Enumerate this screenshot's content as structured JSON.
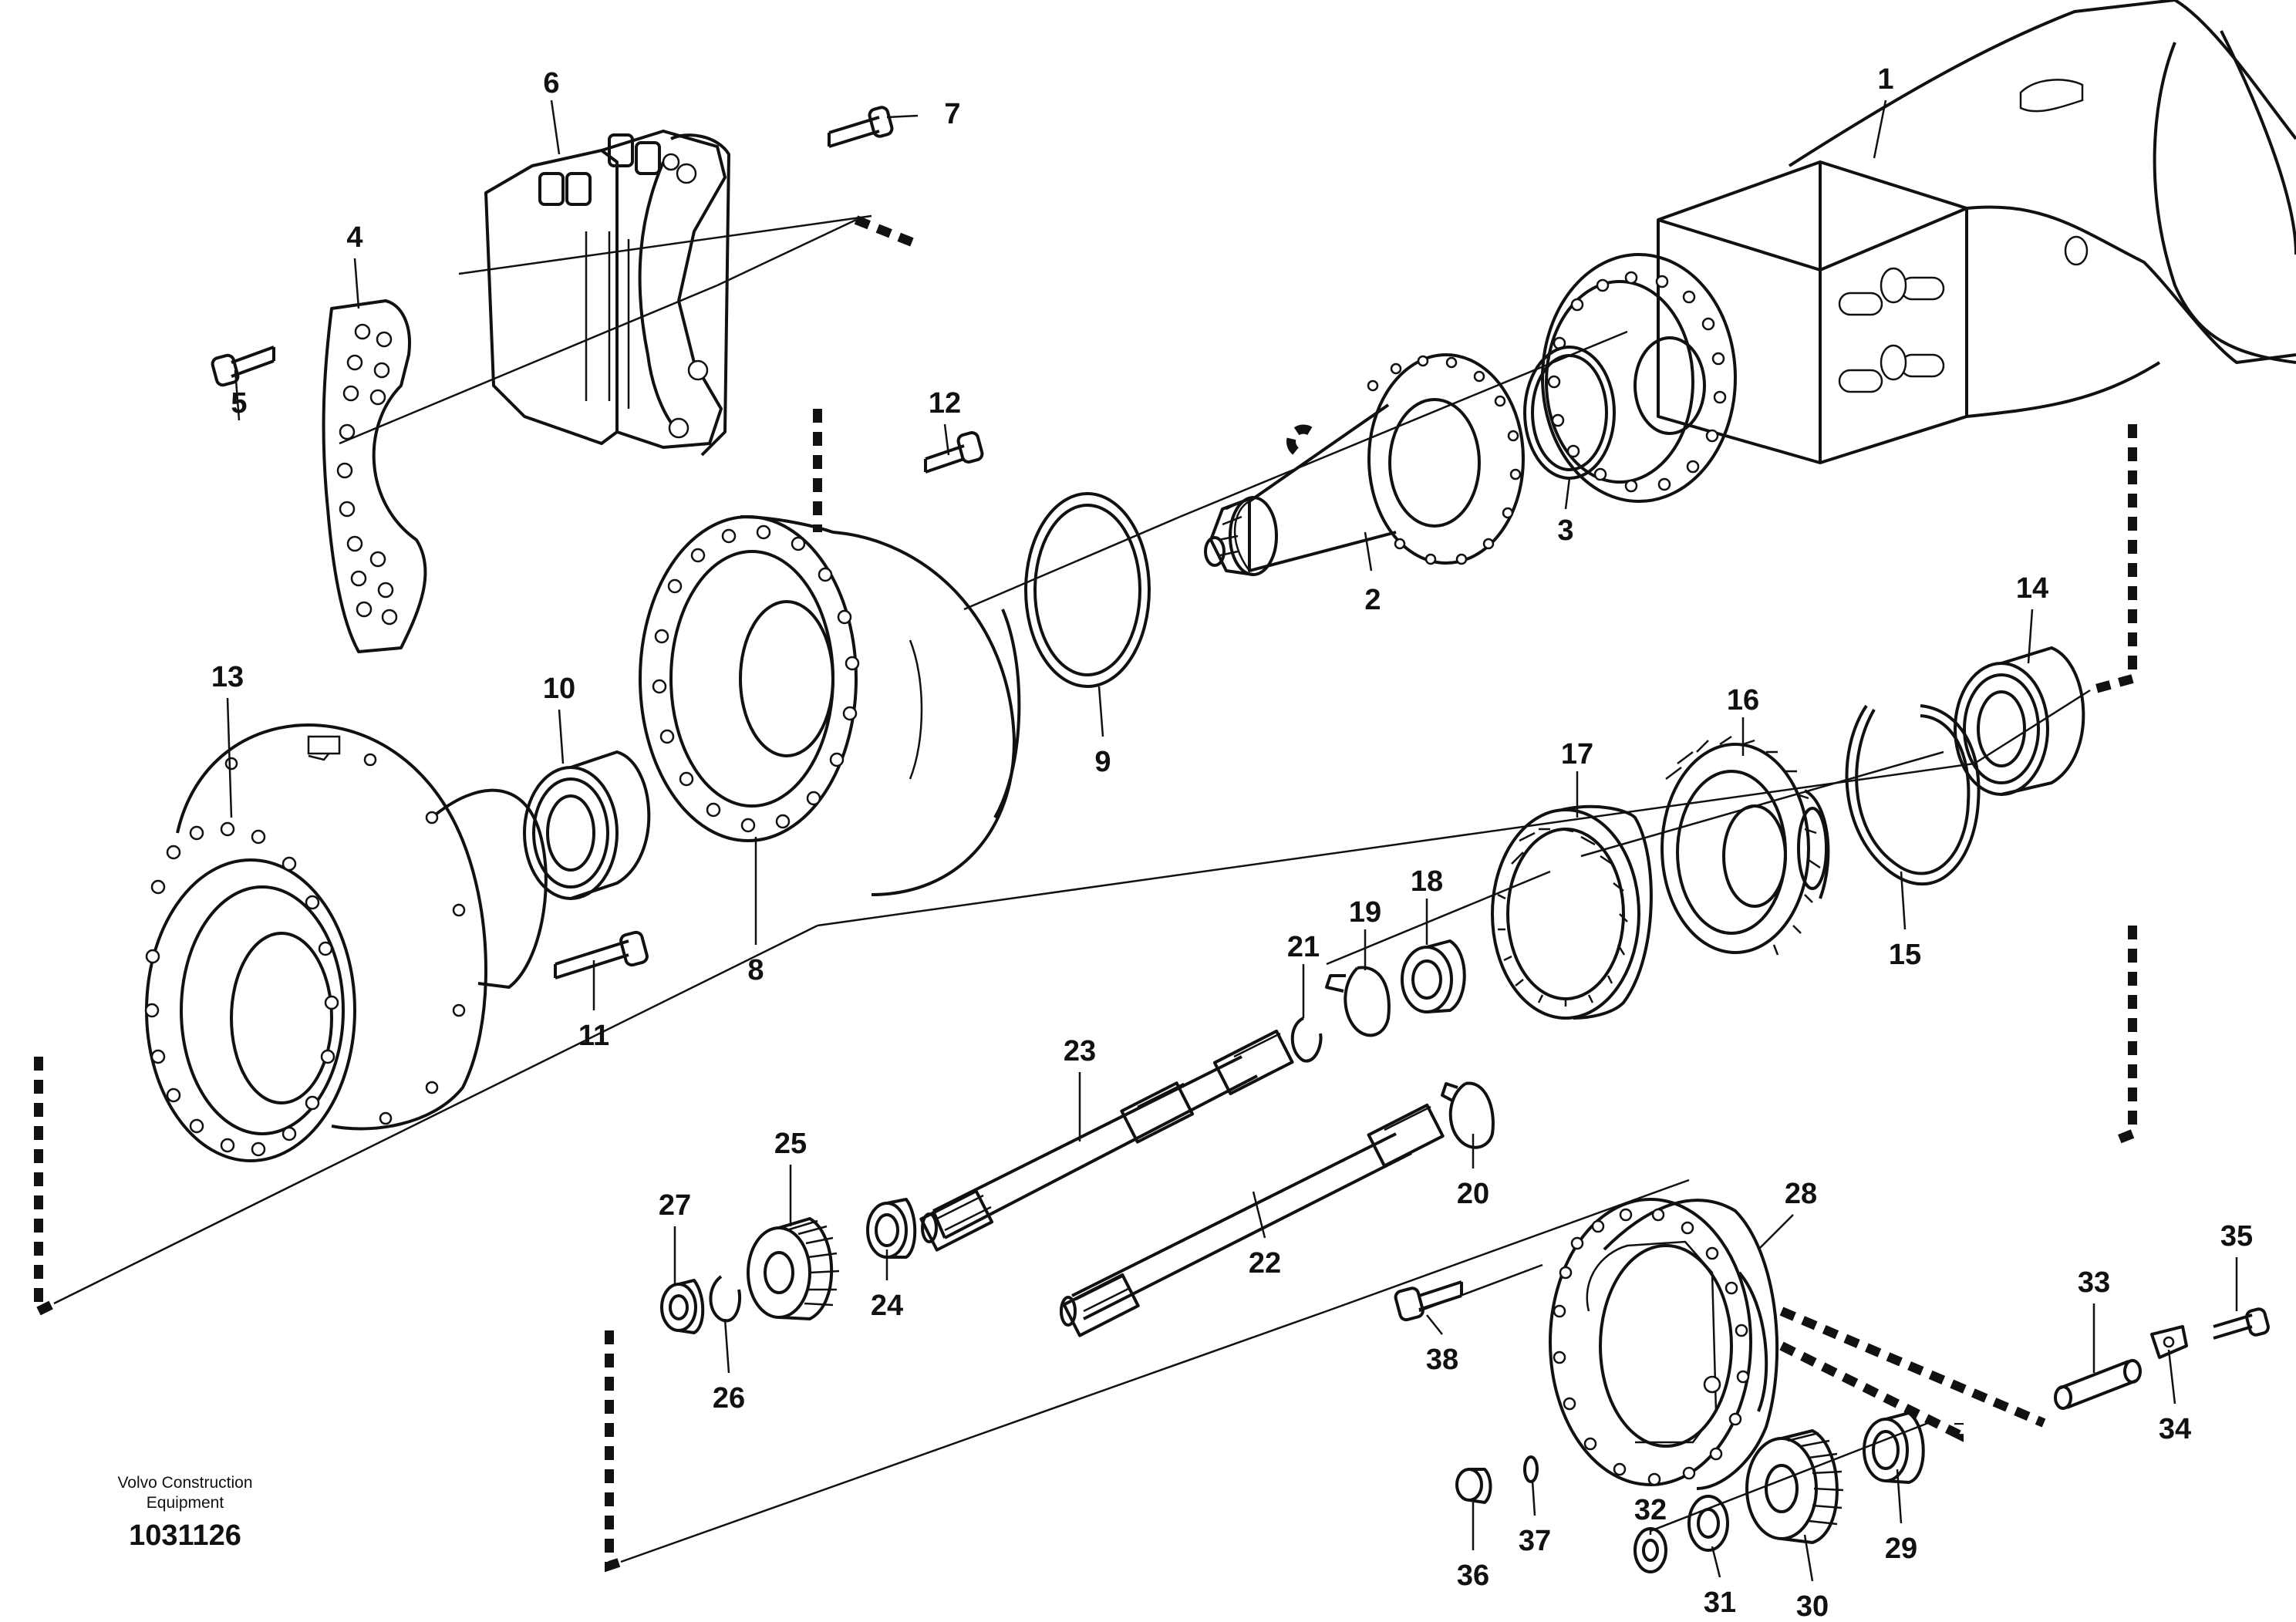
{
  "footer": {
    "company": "Volvo Construction Equipment",
    "document_number": "1031126"
  },
  "callouts": [
    "1",
    "2",
    "3",
    "4",
    "5",
    "6",
    "7",
    "8",
    "9",
    "10",
    "11",
    "12",
    "13",
    "14",
    "15",
    "16",
    "17",
    "18",
    "19",
    "20",
    "21",
    "22",
    "23",
    "24",
    "25",
    "26",
    "27",
    "28",
    "29",
    "30",
    "31",
    "32",
    "33",
    "34",
    "35",
    "36",
    "37",
    "38"
  ]
}
